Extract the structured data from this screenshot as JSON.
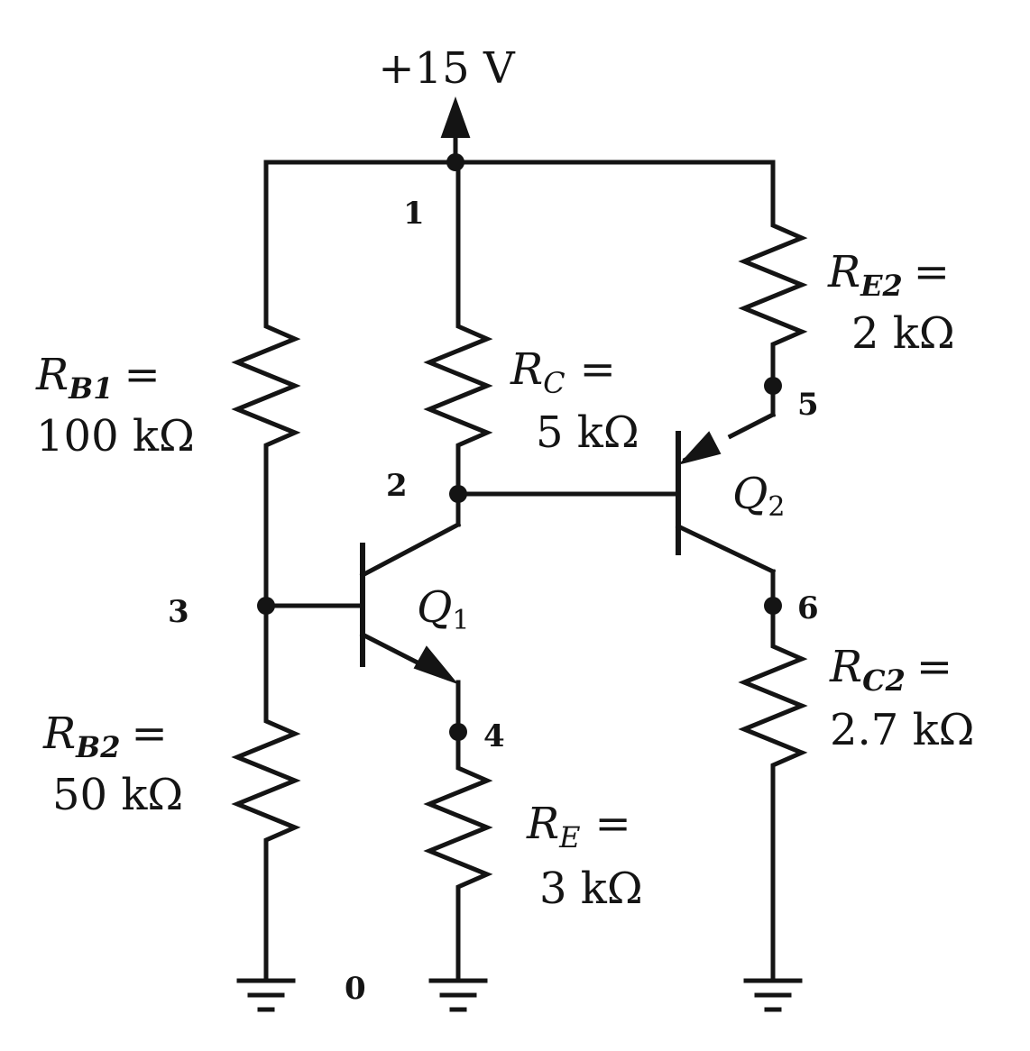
{
  "supply": {
    "label": "+15 V"
  },
  "nodes": {
    "n0": "0",
    "n1": "1",
    "n2": "2",
    "n3": "3",
    "n4": "4",
    "n5": "5",
    "n6": "6"
  },
  "resistors": {
    "rb1": {
      "symbol": "R",
      "sub": "B1",
      "eq": "=",
      "value": "100 kΩ"
    },
    "rb2": {
      "symbol": "R",
      "sub": "B2",
      "eq": "=",
      "value": "50 kΩ"
    },
    "rc": {
      "symbol": "R",
      "sub": "C",
      "eq": "=",
      "value": "5 kΩ"
    },
    "re": {
      "symbol": "R",
      "sub": "E",
      "eq": "=",
      "value": "3 kΩ"
    },
    "re2": {
      "symbol": "R",
      "sub": "E2",
      "eq": "=",
      "value": "2 kΩ"
    },
    "rc2": {
      "symbol": "R",
      "sub": "C2",
      "eq": "=",
      "value": "2.7 kΩ"
    }
  },
  "transistors": {
    "q1": {
      "symbol": "Q",
      "sub": "1"
    },
    "q2": {
      "symbol": "Q",
      "sub": "2"
    }
  }
}
